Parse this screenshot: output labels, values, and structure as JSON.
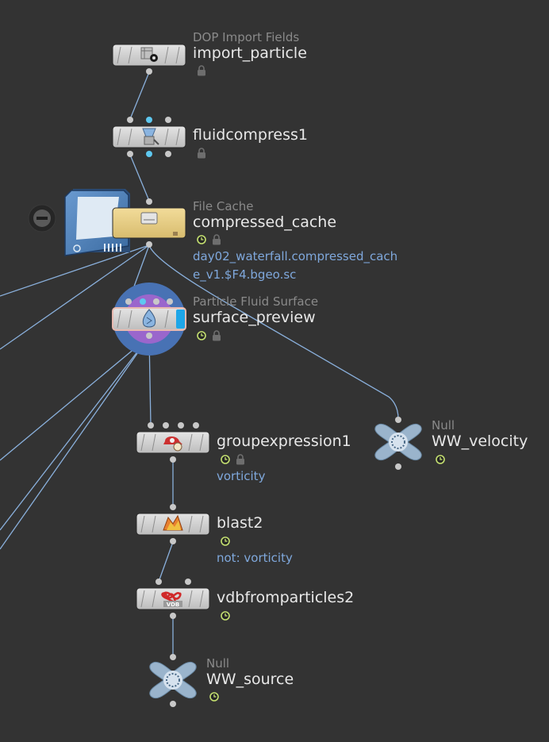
{
  "nodes": {
    "import_particle": {
      "type": "DOP Import Fields",
      "name": "import_particle"
    },
    "fluidcompress1": {
      "name": "fluidcompress1"
    },
    "compressed_cache": {
      "type": "File Cache",
      "name": "compressed_cache",
      "path_line1": "day02_waterfall.compressed_cach",
      "path_line2": "e_v1.$F4.bgeo.sc"
    },
    "surface_preview": {
      "type": "Particle Fluid Surface",
      "name": "surface_preview"
    },
    "groupexpression1": {
      "name": "groupexpression1",
      "detail": "vorticity"
    },
    "blast2": {
      "name": "blast2",
      "detail": "not: vorticity"
    },
    "vdbfromparticles2": {
      "name": "vdbfromparticles2",
      "icon_text": "VDB"
    },
    "ww_velocity": {
      "type": "Null",
      "name": "WW_velocity"
    },
    "ww_source": {
      "type": "Null",
      "name": "WW_source"
    }
  },
  "colors": {
    "background": "#333333",
    "node_body": "#d4d4d4",
    "file_cache_body": "#e8cf8a",
    "wire": "#8ab0dc",
    "connector": "#c8c8c8",
    "connector_active": "#5ec8f0",
    "selection": "#e8b9b0",
    "display_flag": "#1ea6e8",
    "render_ring": "#4872b4",
    "highlight_ring": "#9a66cc",
    "null_body": "#9ab4cc",
    "clock_icon": "#c4e070"
  }
}
